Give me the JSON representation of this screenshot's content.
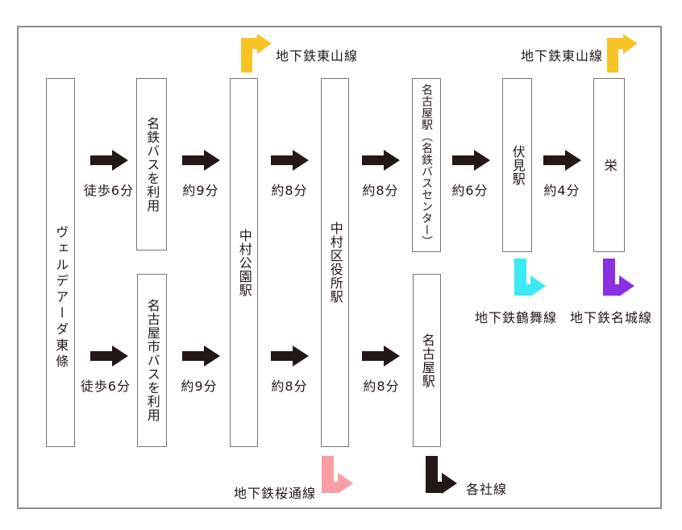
{
  "stations": {
    "start": "ヴェルデアーダ東條",
    "meitetsu_bus": "名鉄バスを利用",
    "city_bus": "名古屋市バスを利用",
    "nakamura_koen": "中村公園駅",
    "nakamura_kuyakusho": "中村区役所駅",
    "nagoya_bus_center": "名古屋駅（名鉄バスセンター）",
    "nagoya": "名古屋駅",
    "fushimi": "伏見駅",
    "sakae": "栄"
  },
  "durations": {
    "top": [
      "徒歩6分",
      "約9分",
      "約8分",
      "約8分",
      "約6分",
      "約4分"
    ],
    "bottom": [
      "徒歩6分",
      "約9分",
      "約8分",
      "約8分"
    ]
  },
  "lines": {
    "higashiyama_left": {
      "label": "地下鉄東山線",
      "color": "#f7c325"
    },
    "higashiyama_right": {
      "label": "地下鉄東山線",
      "color": "#f7c325"
    },
    "tsurumai": {
      "label": "地下鉄鶴舞線",
      "color": "#3de9f2"
    },
    "meijo": {
      "label": "地下鉄名城線",
      "color": "#8a2fe2"
    },
    "sakuradori": {
      "label": "地下鉄桜通線",
      "color": "#f99ea3"
    },
    "kakusha": {
      "label": "各社線",
      "color": "#231815"
    }
  },
  "colors": {
    "arrow": "#231815"
  }
}
